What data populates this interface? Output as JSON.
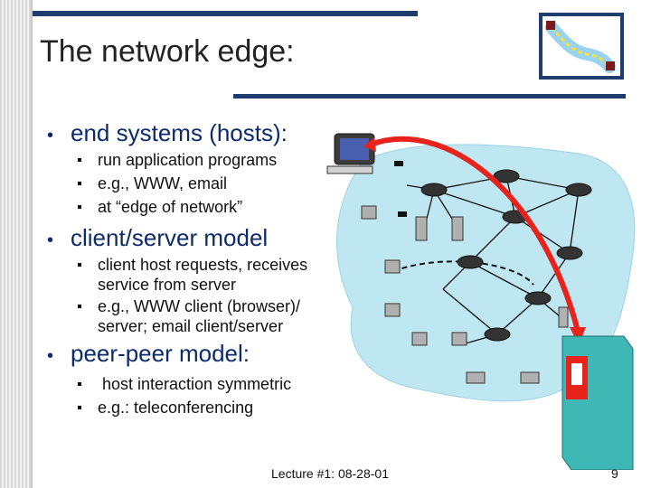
{
  "slide": {
    "title": "The network edge:",
    "bullets": [
      {
        "text": "end systems (hosts):",
        "subs": [
          "run application programs",
          "e.g., WWW, email",
          "at “edge of network”"
        ]
      },
      {
        "text": "client/server model",
        "subs": [
          "client host requests, receives service from server",
          "e.g., WWW client (browser)/ server; email client/server"
        ]
      },
      {
        "text": "peer-peer model:",
        "subs": [
          " host interaction symmetric",
          "e.g.: teleconferencing"
        ]
      }
    ],
    "footer": "Lecture #1: 08-28-01",
    "page_number": "9"
  },
  "colors": {
    "accent_bar": "#1f3c6e",
    "bullet_text": "#0d2a6b",
    "arrow": "#e8231c",
    "cloud": "#bfe7f2",
    "server": "#3fb7b5"
  }
}
